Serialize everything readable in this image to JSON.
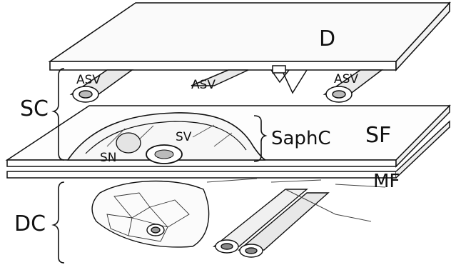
{
  "labels": {
    "deep_fascia_cover": "D",
    "superficial_compartment": "SC",
    "accessory_vein_left": "ASV",
    "accessory_vein_center": "ASV",
    "accessory_vein_right": "ASV",
    "saphenous_vein": "SV",
    "saphenous_nerve": "SN",
    "saphenous_compartment": "SaphC",
    "superficial_fascia": "SF",
    "muscular_fascia": "MF",
    "deep_compartment": "DC"
  }
}
